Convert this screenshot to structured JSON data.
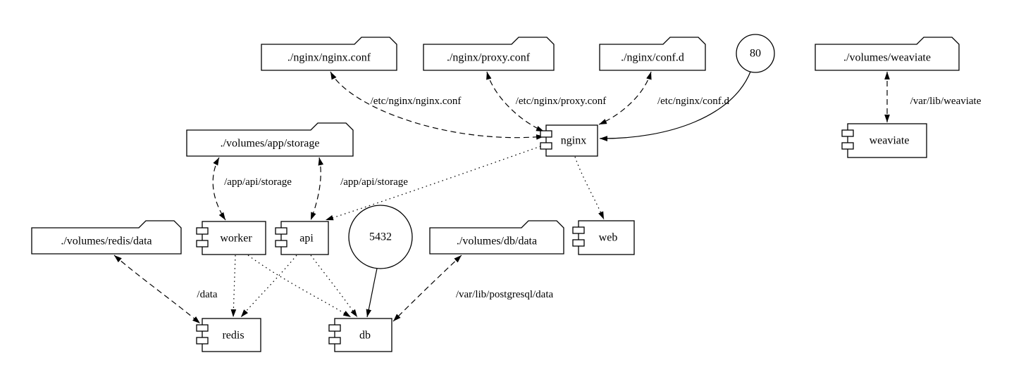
{
  "diagram": {
    "type": "docker-compose-graph",
    "colors": {
      "stroke": "#000000",
      "background": "#ffffff"
    },
    "folders": [
      {
        "id": "nginx-conf",
        "label": "./nginx/nginx.conf"
      },
      {
        "id": "proxy-conf",
        "label": "./nginx/proxy.conf"
      },
      {
        "id": "conf-d",
        "label": "./nginx/conf.d"
      },
      {
        "id": "volumes-weaviate",
        "label": "./volumes/weaviate"
      },
      {
        "id": "volumes-app-storage",
        "label": "./volumes/app/storage"
      },
      {
        "id": "volumes-redis-data",
        "label": "./volumes/redis/data"
      },
      {
        "id": "volumes-db-data",
        "label": "./volumes/db/data"
      }
    ],
    "components": [
      {
        "id": "nginx",
        "label": "nginx"
      },
      {
        "id": "weaviate",
        "label": "weaviate"
      },
      {
        "id": "worker",
        "label": "worker"
      },
      {
        "id": "api",
        "label": "api"
      },
      {
        "id": "web",
        "label": "web"
      },
      {
        "id": "redis",
        "label": "redis"
      },
      {
        "id": "db",
        "label": "db"
      }
    ],
    "ports": [
      {
        "id": "port-80",
        "label": "80"
      },
      {
        "id": "port-5432",
        "label": "5432"
      }
    ],
    "edge_labels": [
      {
        "id": "mount-nginx-conf",
        "label": "/etc/nginx/nginx.conf"
      },
      {
        "id": "mount-proxy-conf",
        "label": "/etc/nginx/proxy.conf"
      },
      {
        "id": "mount-conf-d",
        "label": "/etc/nginx/conf.d"
      },
      {
        "id": "mount-weaviate",
        "label": "/var/lib/weaviate"
      },
      {
        "id": "mount-worker-storage",
        "label": "/app/api/storage"
      },
      {
        "id": "mount-api-storage",
        "label": "/app/api/storage"
      },
      {
        "id": "mount-redis-data",
        "label": "/data"
      },
      {
        "id": "mount-db-data",
        "label": "/var/lib/postgresql/data"
      }
    ]
  }
}
